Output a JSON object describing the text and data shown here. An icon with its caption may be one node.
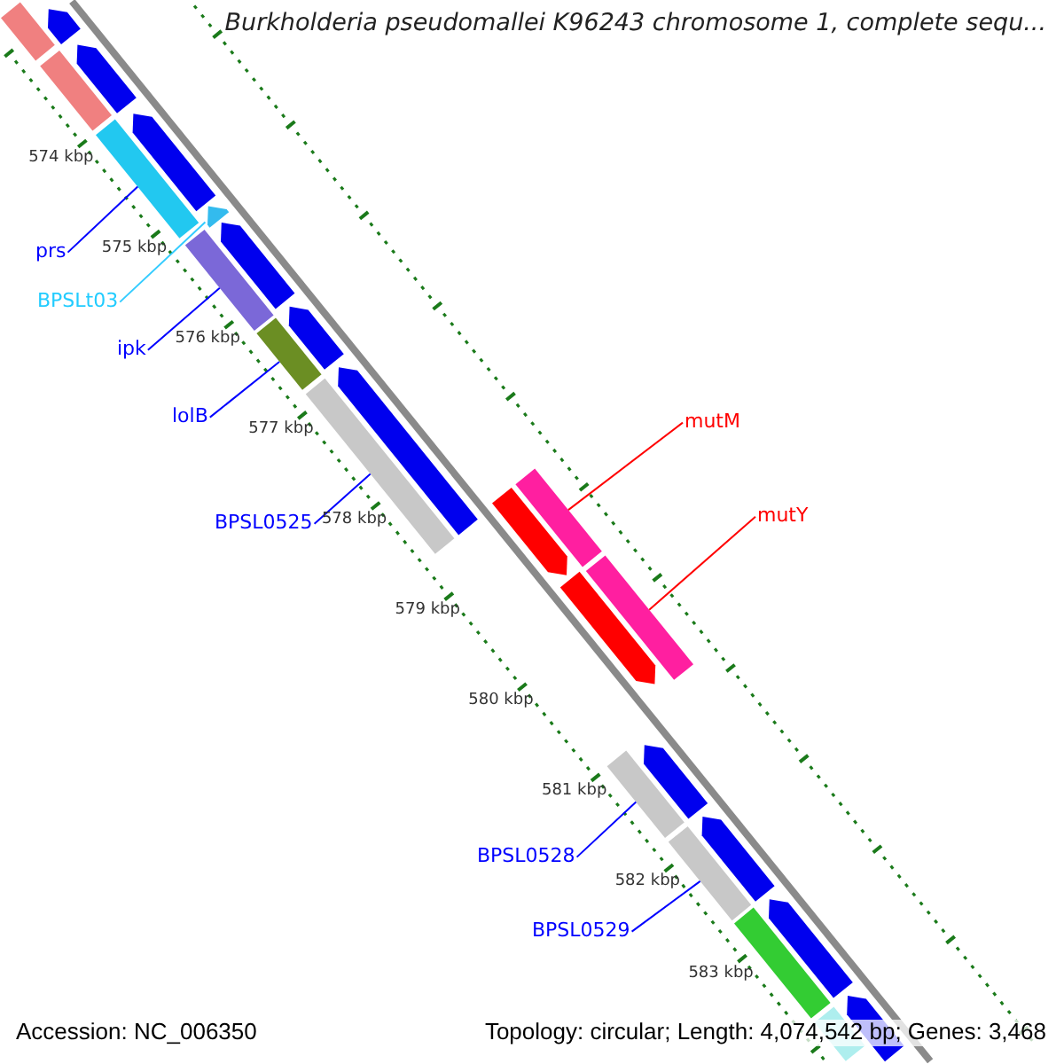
{
  "diagram": {
    "title": "Burkholderia pseudomallei K96243 chromosome 1, complete sequ...",
    "nodes": [
      {
        "text": [
          "prs"
        ]
      },
      {
        "text": [],
        "shape": "bar"
      },
      {
        "text": [
          "BPSLt03"
        ]
      },
      {
        "text": [],
        "shape": "bar"
      },
      {
        "text": [
          "ipk"
        ]
      },
      {
        "text": [],
        "shape": "bar"
      },
      {
        "text": [
          "lolB"
        ]
      },
      {
        "text": [],
        "shape": "bar"
      },
      {
        "text": [
          "BPSL0525"
        ]
      },
      {
        "text": [],
        "shape": "bar"
      },
      {
        "text": [
          "mutM"
        ]
      },
      {
        "text": [],
        "shape": "bar"
      },
      {
        "text": [
          "mutY"
        ]
      },
      {
        "text": [],
        "shape": "bar"
      },
      {
        "text": [
          "BPSL0528"
        ]
      },
      {
        "text": [],
        "shape": "bar"
      },
      {
        "text": [
          "BPSL0529"
        ]
      },
      {
        "text": [],
        "shape": "bar"
      }
    ],
    "edges": [
      {
        "from": 0,
        "to": 1,
        "arrow": "none"
      },
      {
        "from": 2,
        "to": 3,
        "arrow": "none",
        "color": "#33ccff"
      },
      {
        "from": 4,
        "to": 5,
        "arrow": "none"
      },
      {
        "from": 6,
        "to": 7,
        "arrow": "none"
      },
      {
        "from": 8,
        "to": 9,
        "arrow": "none"
      },
      {
        "from": 10,
        "to": 11,
        "arrow": "none",
        "color": "#ff0000"
      },
      {
        "from": 12,
        "to": 13,
        "arrow": "none",
        "color": "#ff0000"
      },
      {
        "from": 14,
        "to": 15,
        "arrow": "none"
      },
      {
        "from": 16,
        "to": 17,
        "arrow": "none"
      }
    ],
    "labels": [
      "574 kbp",
      "575 kbp",
      "576 kbp",
      "577 kbp",
      "578 kbp",
      "579 kbp",
      "580 kbp",
      "581 kbp",
      "582 kbp",
      "583 kbp",
      "Accession: NC_006350",
      "Topology: circular; Length: 4,074,542 bp; Genes: 3,468"
    ]
  }
}
